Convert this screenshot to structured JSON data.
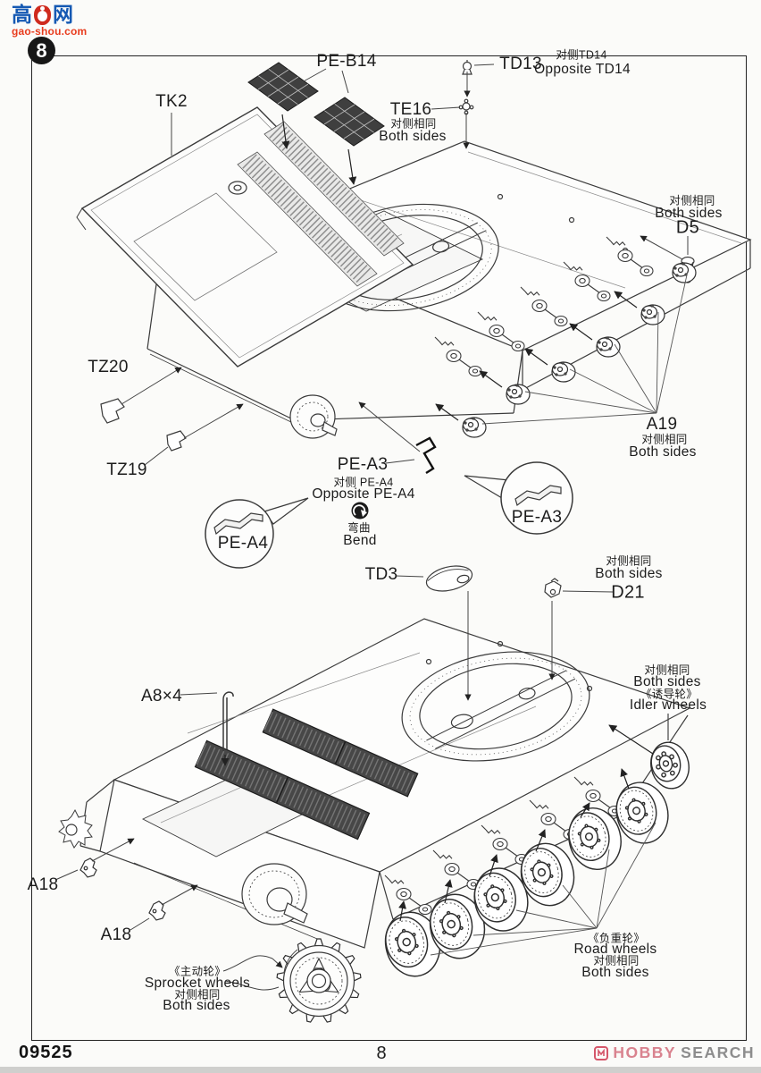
{
  "page": {
    "step": "8",
    "kit_number": "09525",
    "page_number": "8"
  },
  "watermark": {
    "cn_left": "高",
    "cn_right": "网",
    "url": "gao-shou.com"
  },
  "brand": {
    "hobby": "HOBBY",
    "search": "SEARCH"
  },
  "d1": {
    "pe_b14": "PE-B14",
    "tk2": "TK2",
    "td13": "TD13",
    "td14_cn": "对侧TD14",
    "td14_en": "Opposite TD14",
    "te16": "TE16",
    "te16_cn": "对侧相同",
    "te16_en": "Both sides",
    "d5_cn": "对侧相同",
    "d5_en": "Both sides",
    "d5": "D5",
    "tz20": "TZ20",
    "tz19": "TZ19",
    "a19": "A19",
    "a19_cn": "对侧相同",
    "a19_en": "Both sides",
    "pe_a3": "PE-A3",
    "pe_a4_cn": "对侧 PE-A4",
    "pe_a4_en": "Opposite PE-A4",
    "bend_cn": "弯曲",
    "bend_en": "Bend",
    "callout_pe_a4": "PE-A4",
    "callout_pe_a3": "PE-A3"
  },
  "d2": {
    "td3": "TD3",
    "d21_cn": "对侧相同",
    "d21_en": "Both sides",
    "d21": "D21",
    "a8": "A8×4",
    "idler_cn1": "对侧相同",
    "idler_en1": "Both sides",
    "idler_cn2": "《诱导轮》",
    "idler_en2": "Idler wheels",
    "a18_upper": "A18",
    "a18_lower": "A18",
    "sprocket_cn1": "《主动轮》",
    "sprocket_en1": "Sprocket wheels",
    "sprocket_cn2": "对侧相同",
    "sprocket_en2": "Both sides",
    "road_cn1": "《负重轮》",
    "road_en1": "Road wheels",
    "road_cn2": "对侧相同",
    "road_en2": "Both sides"
  }
}
